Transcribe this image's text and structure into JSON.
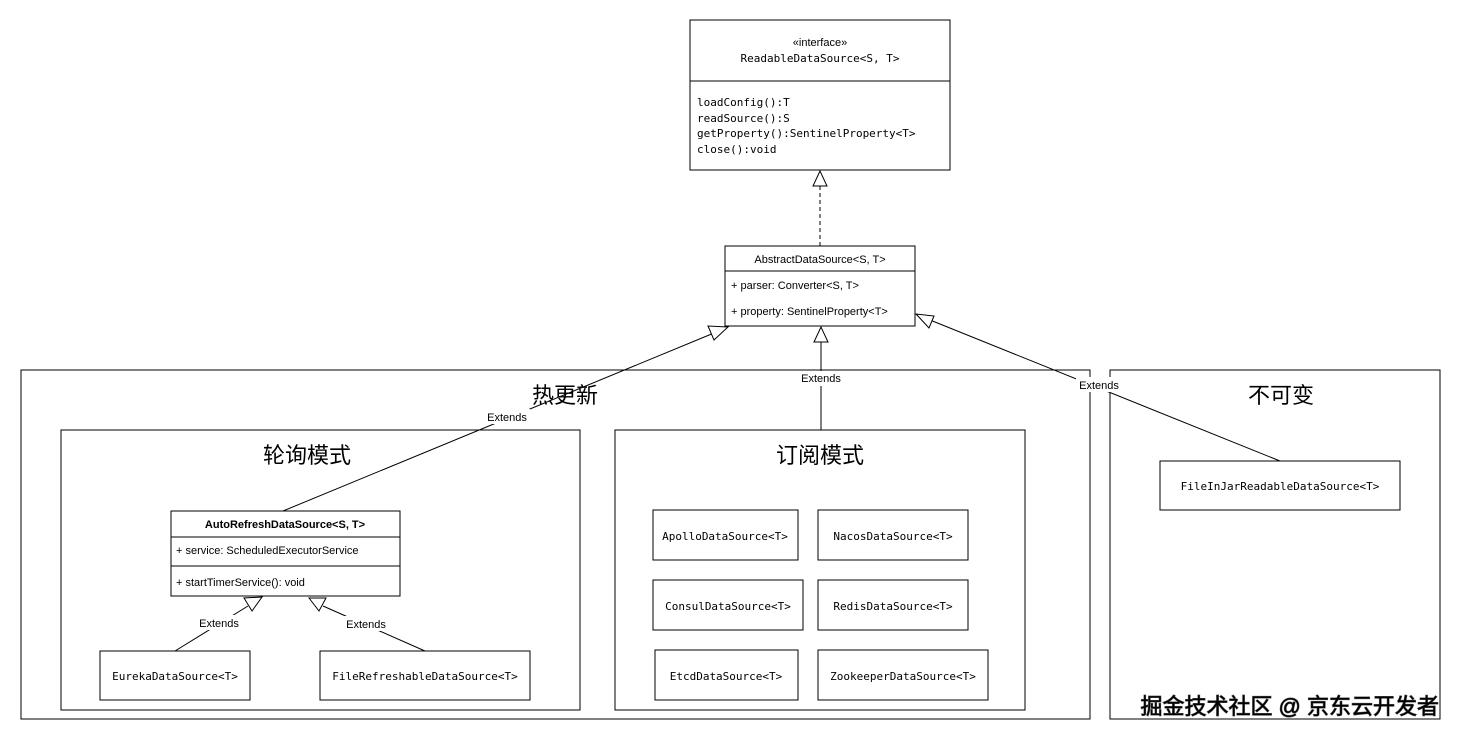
{
  "interface_box": {
    "stereotype": "«interface»",
    "name": "ReadableDataSource<S, T>",
    "methods": [
      "loadConfig():T",
      "readSource():S",
      "getProperty():SentinelProperty<T>",
      "close():void"
    ]
  },
  "abstract_box": {
    "name": "AbstractDataSource<S, T>",
    "fields": [
      "+ parser: Converter<S, T>",
      "+ property: SentinelProperty<T>"
    ]
  },
  "groups": {
    "hot_update": "热更新",
    "polling": "轮询模式",
    "subscribe": "订阅模式",
    "immutable": "不可变"
  },
  "auto_refresh_box": {
    "name": "AutoRefreshDataSource<S, T>",
    "field": "+ service: ScheduledExecutorService",
    "method": "+ startTimerService(): void"
  },
  "classes": {
    "eureka": "EurekaDataSource<T>",
    "file_refreshable": "FileRefreshableDataSource<T>",
    "apollo": "ApolloDataSource<T>",
    "nacos": "NacosDataSource<T>",
    "consul": "ConsulDataSource<T>",
    "redis": "RedisDataSource<T>",
    "etcd": "EtcdDataSource<T>",
    "zookeeper": "ZookeeperDataSource<T>",
    "file_in_jar": "FileInJarReadableDataSource<T>"
  },
  "edge_label": "Extends",
  "watermark": "掘金技术社区 @ 京东云开发者"
}
